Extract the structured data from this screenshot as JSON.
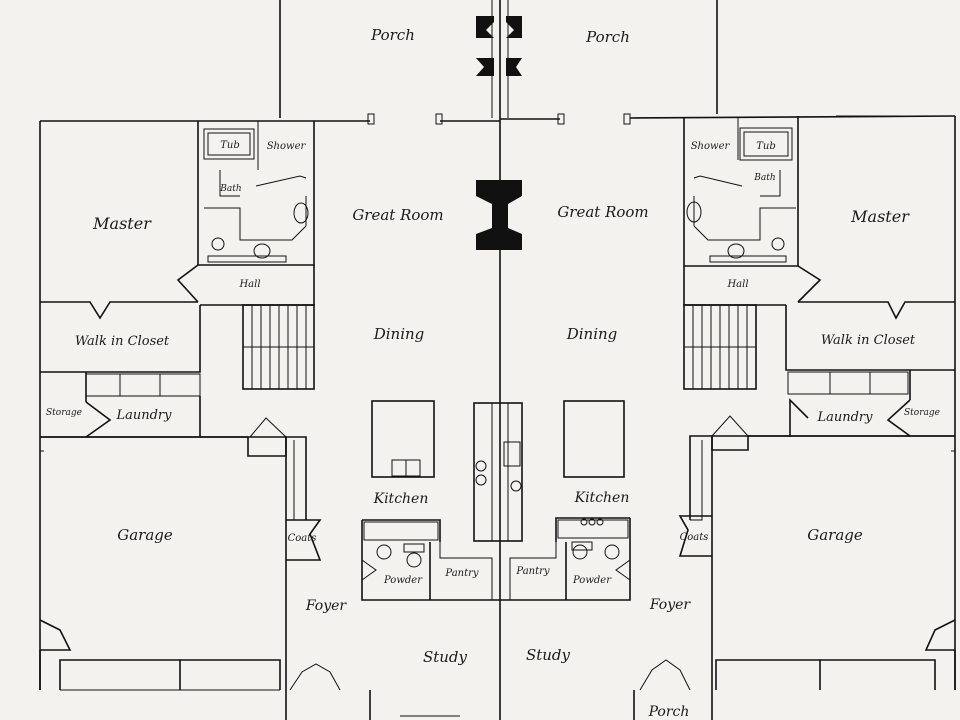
{
  "labels": {
    "porch_top_left": "Porch",
    "porch_top_right": "Porch",
    "great_room_left": "Great Room",
    "great_room_right": "Great Room",
    "master_left": "Master",
    "master_right": "Master",
    "tub_left": "Tub",
    "tub_right": "Tub",
    "shower_left": "Shower",
    "shower_right": "Shower",
    "bath_left": "Bath",
    "bath_right": "Bath",
    "hall_left": "Hall",
    "hall_right": "Hall",
    "dining_left": "Dining",
    "dining_right": "Dining",
    "walk_in_closet_left": "Walk in Closet",
    "walk_in_closet_right": "Walk in Closet",
    "storage_left": "Storage",
    "storage_right": "Storage",
    "laundry_left": "Laundry",
    "laundry_right": "Laundry",
    "kitchen_left": "Kitchen",
    "kitchen_right": "Kitchen",
    "garage_left": "Garage",
    "garage_right": "Garage",
    "coats_left": "Coats",
    "coats_right": "Coats",
    "powder_left": "Powder",
    "powder_right": "Powder",
    "pantry_left": "Pantry",
    "pantry_right": "Pantry",
    "foyer_left": "Foyer",
    "foyer_right": "Foyer",
    "study_left": "Study",
    "study_right": "Study",
    "porch_bottom_right": "Porch"
  }
}
